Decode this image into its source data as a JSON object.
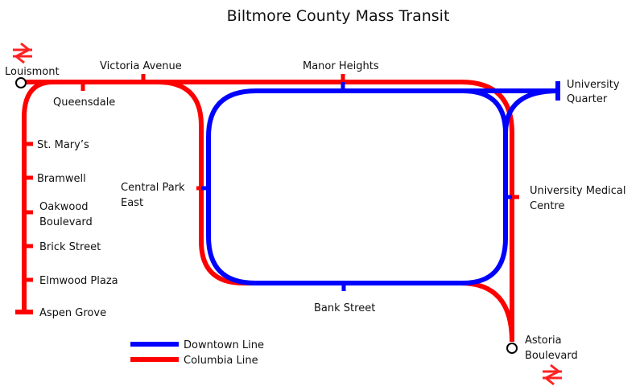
{
  "title": "Biltmore County Mass Transit",
  "colors": {
    "downtown": "#0000ff",
    "columbia": "#ff0000",
    "text": "#111111",
    "background": "#ffffff"
  },
  "stations": {
    "louismont": "Louismont",
    "victoria_avenue": "Victoria Avenue",
    "manor_heights": "Manor Heights",
    "queensdale": "Queensdale",
    "university_quarter": [
      "University",
      "Quarter"
    ],
    "st_marys": "St. Mary’s",
    "bramwell": "Bramwell",
    "oakwood_boulevard": [
      "Oakwood",
      "Boulevard"
    ],
    "brick_street": "Brick Street",
    "elmwood_plaza": "Elmwood Plaza",
    "aspen_grove": "Aspen Grove",
    "central_park_east": [
      "Central Park",
      "East"
    ],
    "university_medical_centre": [
      "University Medical",
      "Centre"
    ],
    "bank_street": "Bank Street",
    "astoria_boulevard": [
      "Astoria",
      "Boulevard"
    ]
  },
  "legend": {
    "downtown": "Downtown Line",
    "columbia": "Columbia Line"
  },
  "icons": [
    "national-rail-icon",
    "national-rail-icon"
  ]
}
